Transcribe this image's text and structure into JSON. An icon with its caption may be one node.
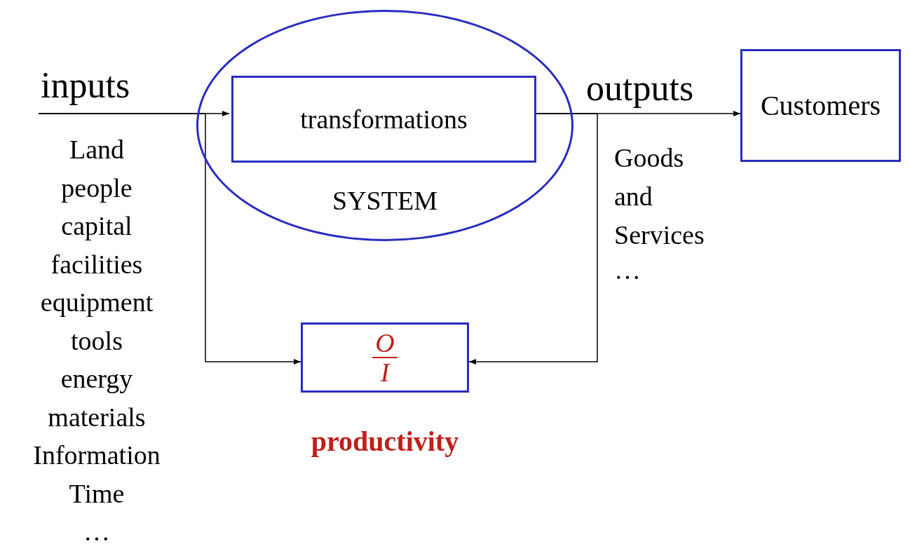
{
  "diagram": {
    "nodes": [
      {
        "text": [
          "SYSTEM"
        ]
      },
      {
        "text": [
          "transformations"
        ],
        "in": 0
      },
      {
        "text": [
          "Customers"
        ]
      },
      {
        "text": [
          "O",
          "I"
        ],
        "beside": [
          "productivity"
        ]
      }
    ],
    "edges": [
      {
        "from": null,
        "to": 1,
        "arrow": "to"
      },
      {
        "from": null,
        "to": 3,
        "arrow": "to"
      },
      {
        "from": 1,
        "to": 2,
        "arrow": "to"
      },
      {
        "from": 1,
        "to": 3,
        "arrow": "to"
      }
    ],
    "labels": [
      "inputs",
      "Land",
      "people",
      "capital",
      "facilities",
      "equipment",
      "tools",
      "energy",
      "materials",
      "Information",
      "Time",
      "…",
      "outputs",
      "Goods and Services",
      "…"
    ]
  }
}
